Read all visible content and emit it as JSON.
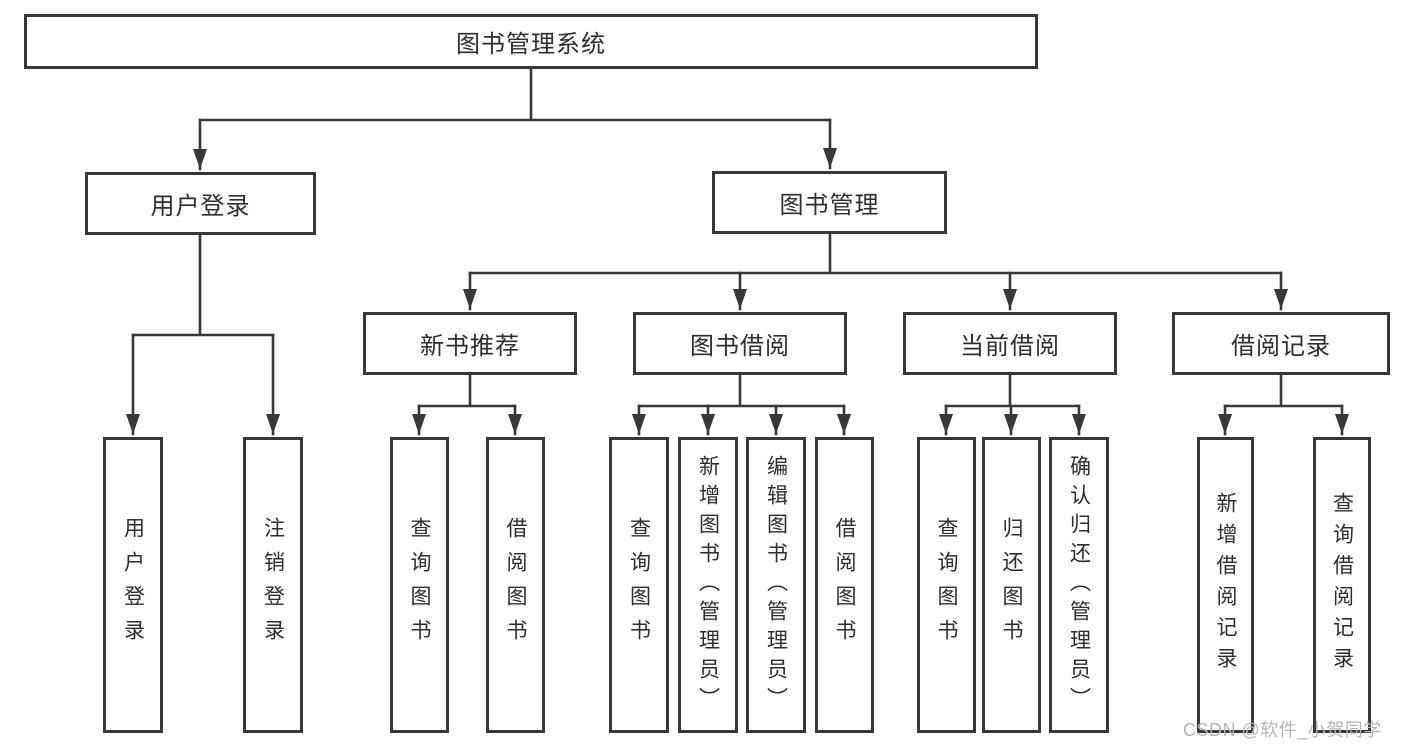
{
  "diagram": {
    "tree": {
      "label": "图书管理系统",
      "children": [
        {
          "label": "用户登录",
          "children": [
            {
              "label": "用户登录"
            },
            {
              "label": "注销登录"
            }
          ]
        },
        {
          "label": "图书管理",
          "children": [
            {
              "label": "新书推荐",
              "children": [
                {
                  "label": "查询图书"
                },
                {
                  "label": "借阅图书"
                }
              ]
            },
            {
              "label": "图书借阅",
              "children": [
                {
                  "label": "查询图书"
                },
                {
                  "label": "新增图书（管理员）"
                },
                {
                  "label": "编辑图书（管理员）"
                },
                {
                  "label": "借阅图书"
                }
              ]
            },
            {
              "label": "当前借阅",
              "children": [
                {
                  "label": "查询图书"
                },
                {
                  "label": "归还图书"
                },
                {
                  "label": "确认归还（管理员）"
                }
              ]
            },
            {
              "label": "借阅记录",
              "children": [
                {
                  "label": "新增借阅记录"
                },
                {
                  "label": "查询借阅记录"
                }
              ]
            }
          ]
        }
      ]
    },
    "colors": {
      "line": "#383838",
      "text": "#2e2e2e",
      "watermark": "#b2b7bd"
    }
  },
  "watermark": {
    "text": "CSDN @软件_小贺同学"
  }
}
